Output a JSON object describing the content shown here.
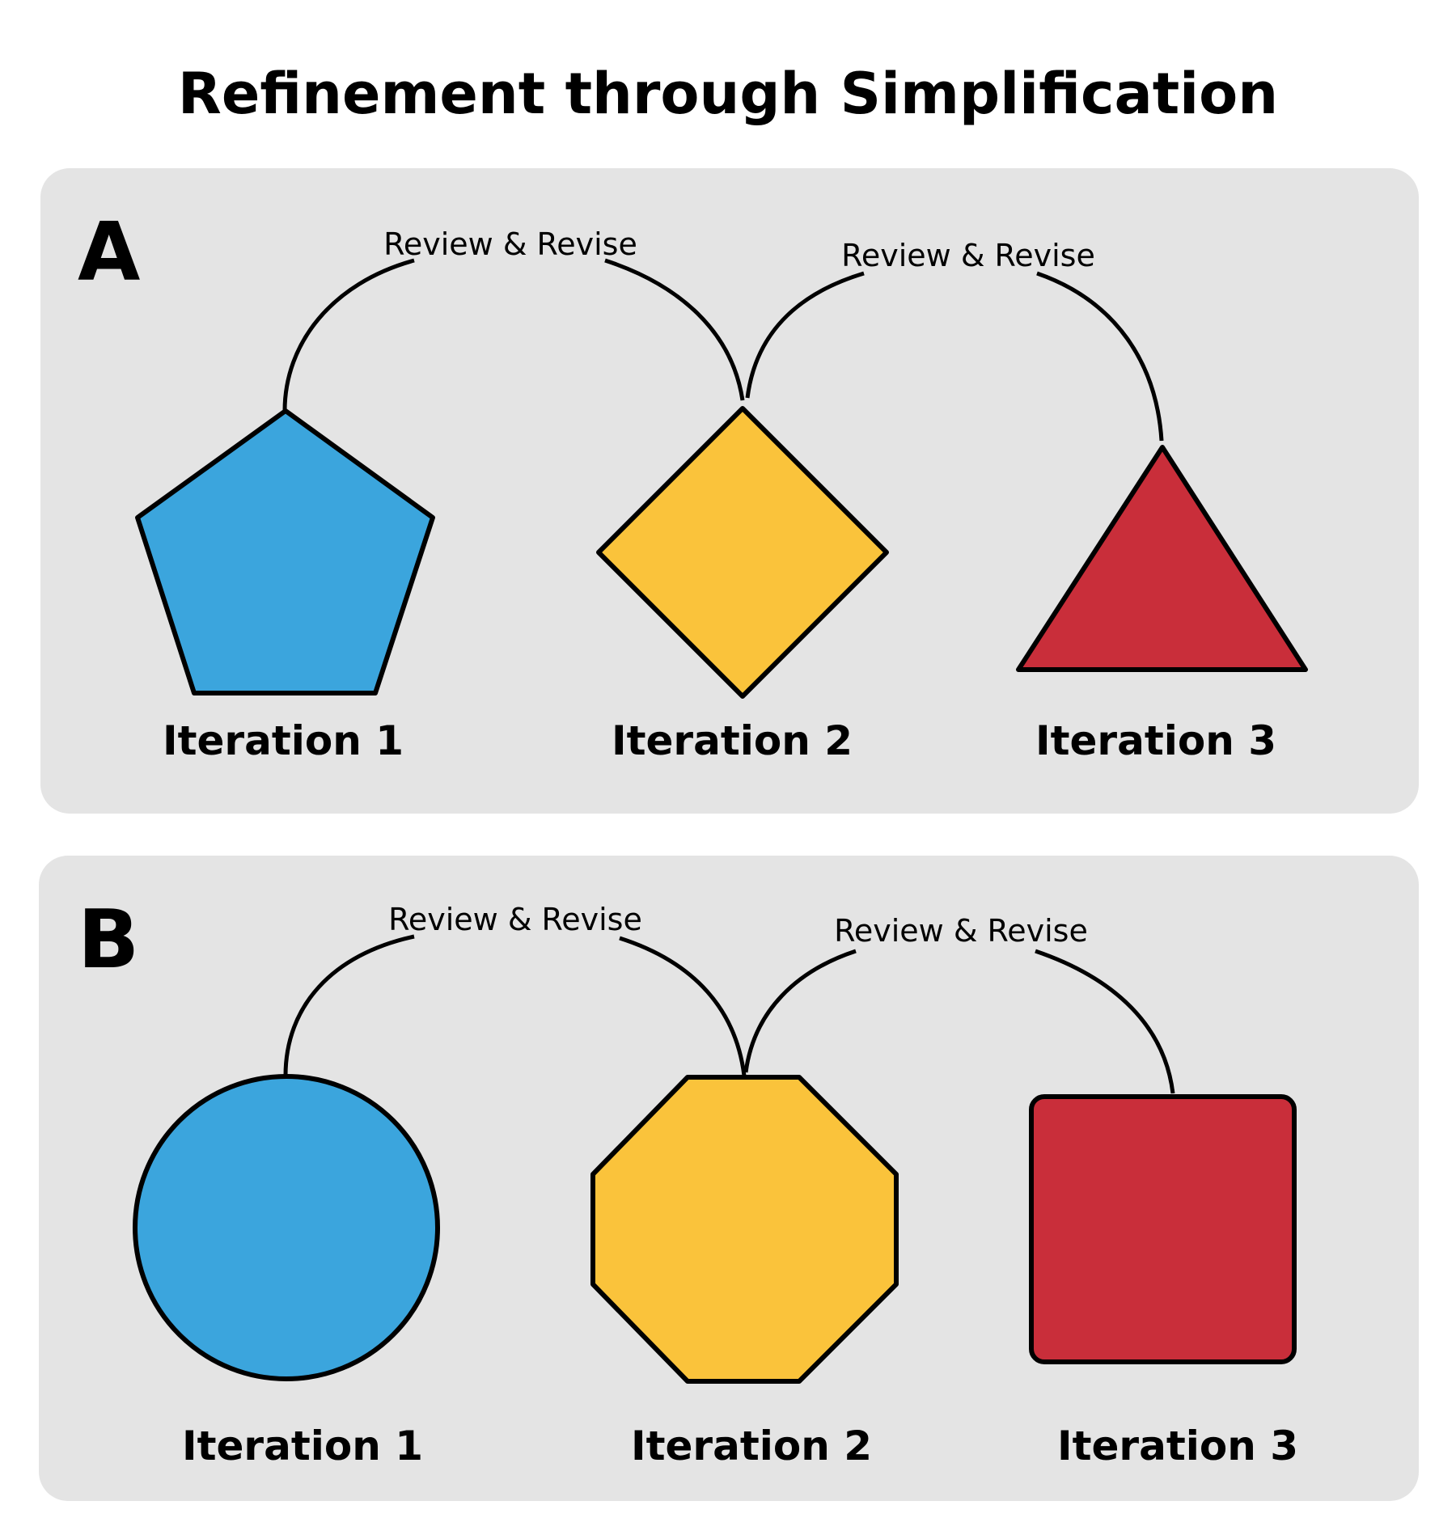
{
  "title": "Refinement through Simplification",
  "colors": {
    "panel_background": "#e4e4e4",
    "blue": "#3ba5dd",
    "yellow": "#fac33b",
    "red": "#c92e3a",
    "outline": "#000000"
  },
  "panels": [
    {
      "letter": "A",
      "arrow_labels": [
        "Review & Revise",
        "Review & Revise"
      ],
      "iterations": [
        {
          "label": "Iteration 1",
          "shape": "pentagon",
          "color": "blue"
        },
        {
          "label": "Iteration 2",
          "shape": "diamond",
          "color": "yellow"
        },
        {
          "label": "Iteration 3",
          "shape": "triangle",
          "color": "red"
        }
      ]
    },
    {
      "letter": "B",
      "arrow_labels": [
        "Review & Revise",
        "Review & Revise"
      ],
      "iterations": [
        {
          "label": "Iteration 1",
          "shape": "circle",
          "color": "blue"
        },
        {
          "label": "Iteration 2",
          "shape": "octagon",
          "color": "yellow"
        },
        {
          "label": "Iteration 3",
          "shape": "square",
          "color": "red"
        }
      ]
    }
  ]
}
